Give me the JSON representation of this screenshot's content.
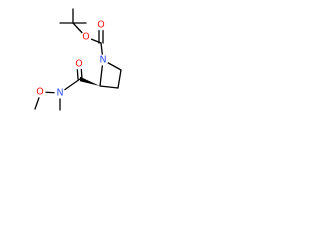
{
  "molecule": {
    "colors": {
      "bond": "#000000",
      "oxygen": "#ff0d0d",
      "nitrogen": "#3050f8"
    },
    "atoms": {
      "carbamate_ether_oxygen": "O",
      "carbamate_carbonyl_oxygen": "O",
      "azetidine_nitrogen": "N",
      "amide_carbonyl_oxygen": "O",
      "amide_nitrogen": "N",
      "methoxy_oxygen": "O"
    }
  }
}
